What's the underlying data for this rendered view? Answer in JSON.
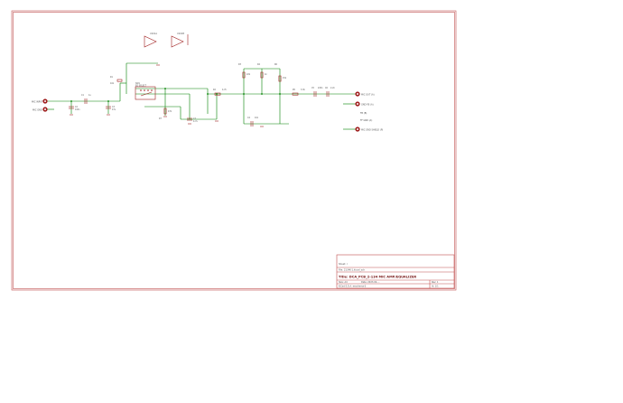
{
  "title_block": {
    "sheet_label": "Sheet: /",
    "file_label": "File: 2134K-1.kicad_sch",
    "title": "Title: DCA_PCB_2-134 MIC AMP/EQUALIZER",
    "size_label": "Size: A4",
    "date_label": "Date: 2023-02-...",
    "kicad_label": "KiCad E.D.A. eeschema 6",
    "rev_label": "Rev: 1",
    "id_label": "Id: 1/1"
  },
  "connectors": [
    {
      "label": "MIC INPUT"
    },
    {
      "label": "MIC GND"
    },
    {
      "label": "MIC OUT (A)"
    },
    {
      "label": "GND FB (A)"
    },
    {
      "label": "FB (B)"
    },
    {
      "label": "FF GND (A)"
    },
    {
      "label": "MIC GND SHIELD (P)"
    }
  ],
  "opamps": [
    {
      "label": "U101A"
    },
    {
      "label": "U101B"
    }
  ],
  "parts": {
    "rsw": "SW1",
    "rsw_val": "EQ SELECT",
    "r1": "R1",
    "r1v": "10k",
    "c1": "C1",
    "c1v": "1u",
    "r2": "R2",
    "r2v": "4.7k",
    "c2": "C2",
    "c2v": "100n",
    "r3": "R3",
    "r3v": "22k",
    "c3": "C3",
    "c3v": "47u",
    "r4": "R4",
    "r4v": "1k",
    "c4": "C4",
    "c4v": "10n",
    "r5": "R5",
    "r5v": "3.3k",
    "c5": "C5",
    "c5v": "220n",
    "r6": "R6",
    "r6v": "15k",
    "c6": "C6",
    "c6v": "2.2n",
    "r7": "R7",
    "r7v": "47k",
    "c7": "C7",
    "c7v": "4.7u"
  }
}
